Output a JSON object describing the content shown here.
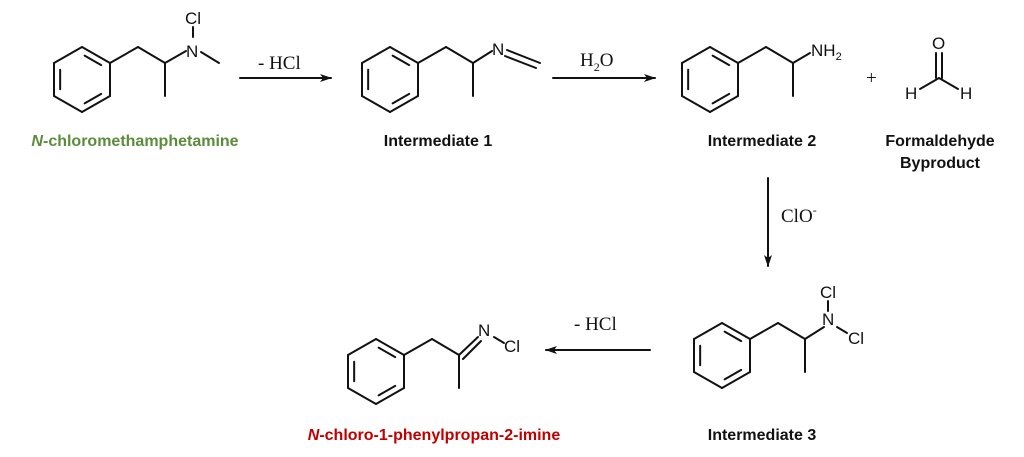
{
  "title": "Reaction scheme of N-chloromethamphetamine",
  "colors": {
    "start": "#5b8c3a",
    "product": "#c00000",
    "ink": "#111111"
  },
  "molecules": {
    "start": {
      "label_italic": "N",
      "label_rest": "-chloromethamphetamine",
      "atoms": {
        "n": "N",
        "cl": "Cl"
      }
    },
    "int1": {
      "label": "Intermediate 1",
      "atoms": {
        "n": "N"
      }
    },
    "int2": {
      "label": "Intermediate 2",
      "atoms": {
        "nh": "NH",
        "sub": "2"
      }
    },
    "formaldehyde": {
      "label_line1": "Formaldehyde",
      "label_line2": "Byproduct",
      "atoms": {
        "o": "O",
        "h": "H"
      }
    },
    "int3": {
      "label": "Intermediate 3",
      "atoms": {
        "n": "N",
        "cl": "Cl"
      }
    },
    "product": {
      "label_italic": "N",
      "label_rest": "-chloro-1-phenylpropan-2-imine",
      "atoms": {
        "n": "N",
        "cl": "Cl"
      }
    }
  },
  "arrows": {
    "a1": {
      "reagent": "- HCl"
    },
    "a2": {
      "reagent_main": "H",
      "reagent_sub": "2",
      "reagent_end": "O"
    },
    "a3": {
      "reagent_main": "ClO",
      "reagent_sup": "-"
    },
    "a4": {
      "reagent": "- HCl"
    }
  },
  "plus": "+"
}
